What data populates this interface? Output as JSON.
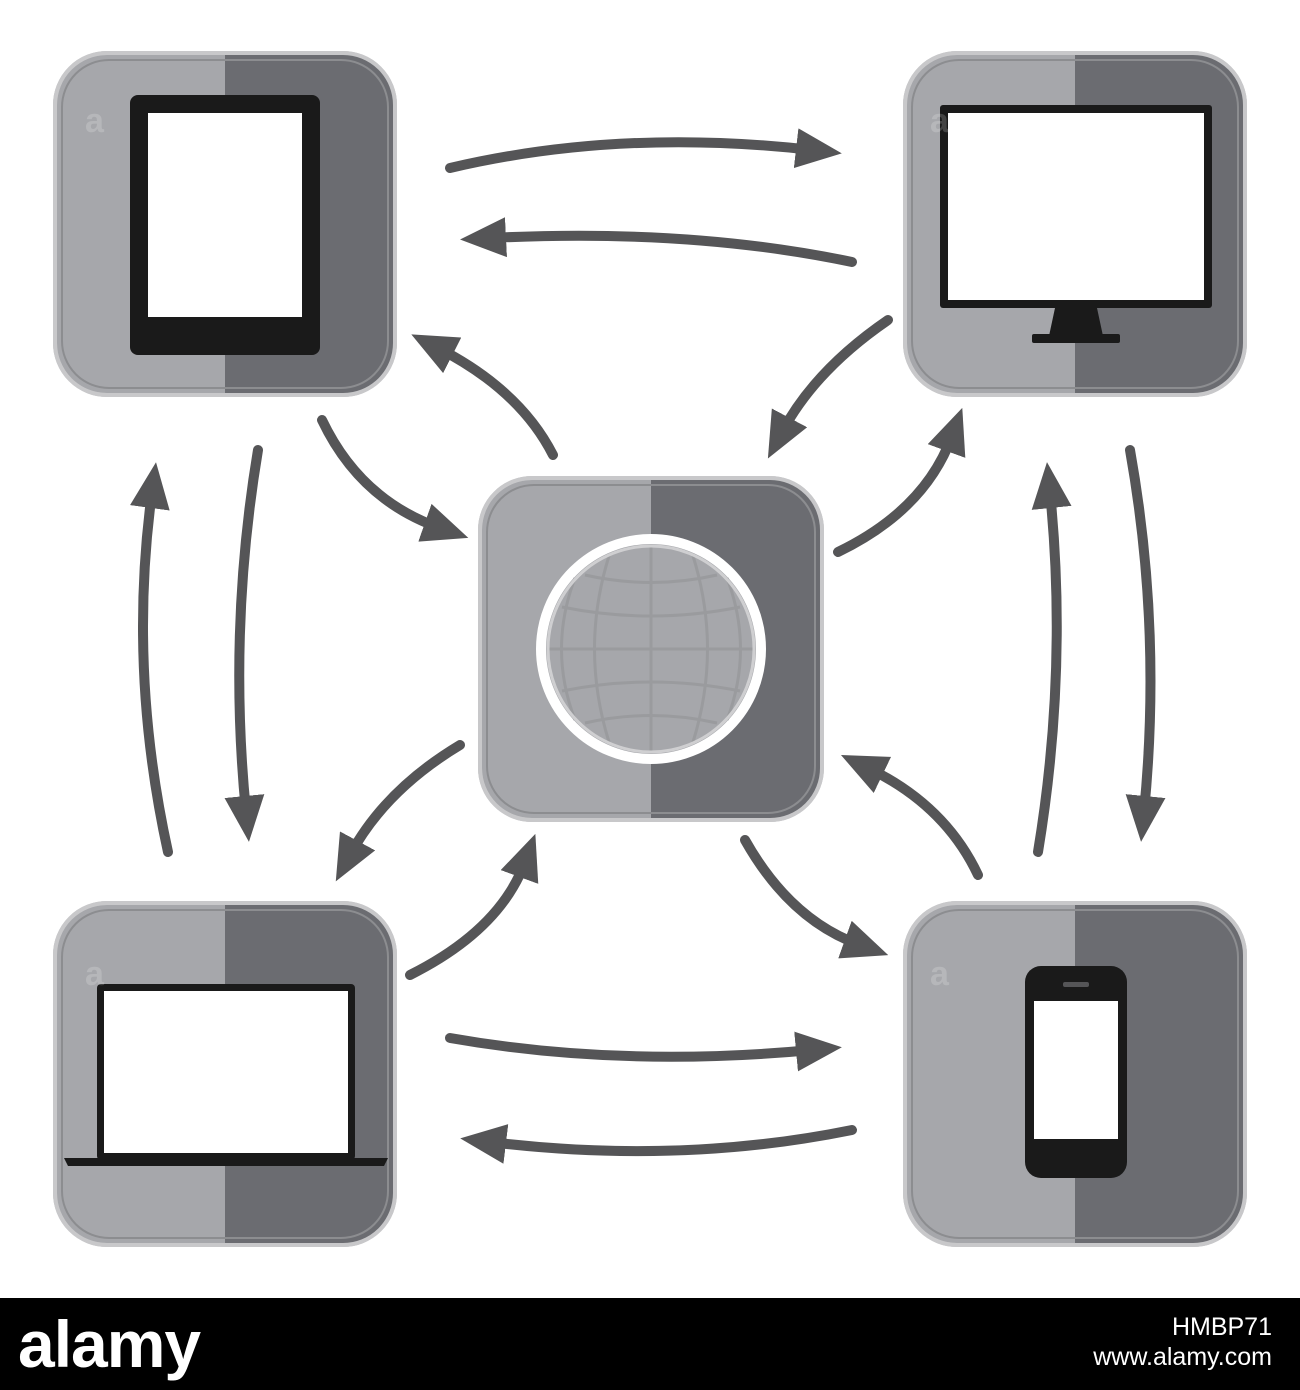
{
  "diagram": {
    "center_node": {
      "name": "globe",
      "icon": "globe-icon"
    },
    "nodes": [
      {
        "name": "tablet",
        "icon": "tablet-icon"
      },
      {
        "name": "desktop-monitor",
        "icon": "monitor-icon"
      },
      {
        "name": "laptop",
        "icon": "laptop-icon"
      },
      {
        "name": "smartphone",
        "icon": "phone-icon"
      }
    ],
    "colors": {
      "tile_light": "#a6a7ab",
      "tile_dark": "#6b6c71",
      "tile_border": "#bfbfc1",
      "arrow": "#555557",
      "device": "#1a1a1a",
      "screen": "#ffffff",
      "globe": "#ffffff"
    }
  },
  "footer": {
    "logo": "alamy",
    "image_id": "HMBP71",
    "url": "www.alamy.com"
  }
}
